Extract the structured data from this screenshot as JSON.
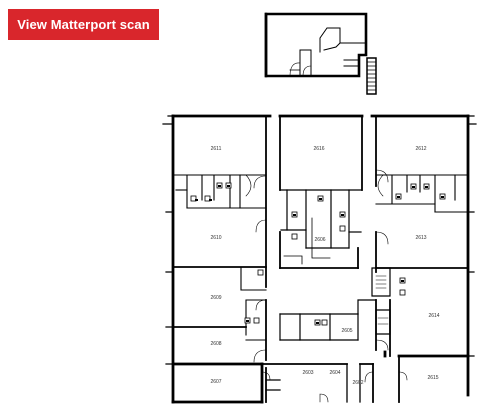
{
  "actions": {
    "scan_label": "View Matterport scan"
  },
  "rooms": {
    "r2611": "2611",
    "r2616": "2616",
    "r2612": "2612",
    "r2610": "2610",
    "r2606": "2606",
    "r2613": "2613",
    "r2609": "2609",
    "r2614": "2614",
    "r2605": "2605",
    "r2608": "2608",
    "r2607": "2607",
    "r2603": "2603",
    "r2604": "2604",
    "r2602": "2602",
    "r2615": "2615"
  },
  "colors": {
    "button": "#d9262c",
    "walls": "#000000"
  },
  "icons": [
    "toilet-icon",
    "sink-icon",
    "stairs-icon"
  ]
}
